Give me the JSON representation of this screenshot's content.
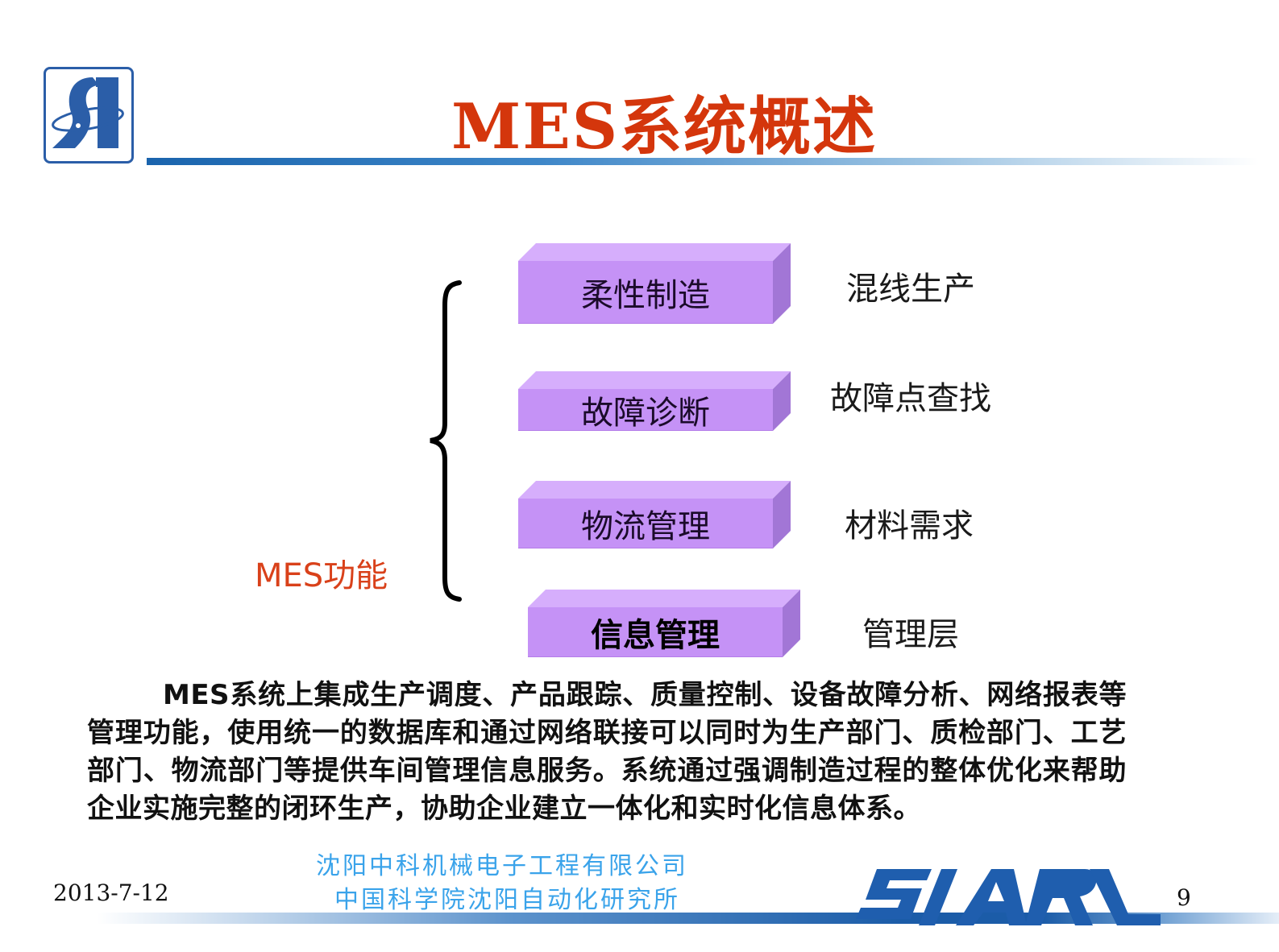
{
  "header": {
    "logo": "sia-logo-icon",
    "title": "MES系统概述"
  },
  "diagram": {
    "group_label": "MES功能",
    "items": [
      {
        "label": "柔性制造",
        "description": "混线生产"
      },
      {
        "label": "故障诊断",
        "description": "故障点查找"
      },
      {
        "label": "物流管理",
        "description": "材料需求"
      },
      {
        "label": "信息管理",
        "description": "管理层"
      }
    ]
  },
  "body": {
    "paragraph": "MES系统上集成生产调度、产品跟踪、质量控制、设备故障分析、网络报表等管理功能，使用统一的数据库和通过网络联接可以同时为生产部门、质检部门、工艺部门、物流部门等提供车间管理信息服务。系统通过强调制造过程的整体优化来帮助企业实施完整的闭环生产，协助企业建立一体化和实时化信息体系。"
  },
  "footer": {
    "date": "2013-7-12",
    "org_line1": "沈阳中科机械电子工程有限公司",
    "org_line2": "中国科学院沈阳自动化研究所",
    "brand_logo": "SIARL",
    "page_number": "9"
  },
  "colors": {
    "title": "#d4360c",
    "block_face": "#c592f6",
    "block_top": "#d6aefc",
    "block_side": "#a276d6",
    "accent_blue": "#1b5ca8",
    "org_text": "#3aa3ea",
    "group_label": "#d9411a"
  }
}
